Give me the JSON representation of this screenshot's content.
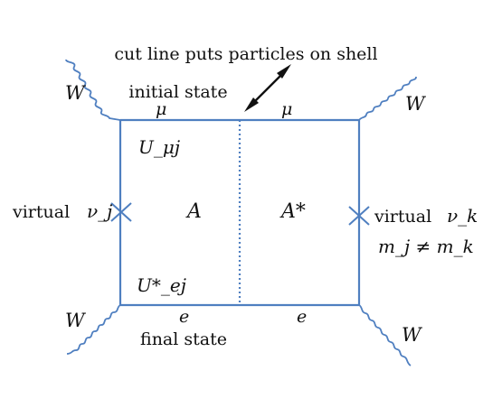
{
  "colors": {
    "line": "#4f7fc0",
    "text": "#111111",
    "arrow": "#111111"
  },
  "labels": {
    "cut_line": "cut line puts particles on shell",
    "initial_state": "initial state",
    "final_state": "final state",
    "virtual_left": "virtual",
    "virtual_right": "virtual",
    "mass_relation": "m_j ≠ m_k"
  },
  "symbols": {
    "W": "W",
    "mu": "μ",
    "e": "e",
    "A": "A",
    "A_star": "A*",
    "U_mu_j": "U_μj",
    "U_e_j_star": "U*_ej",
    "nu_j": "ν_j",
    "nu_k": "ν_k"
  }
}
